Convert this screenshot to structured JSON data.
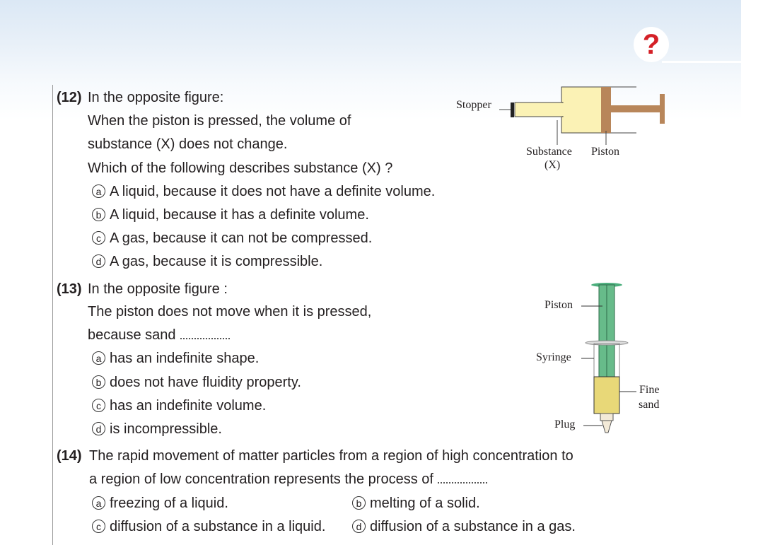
{
  "badge": {
    "icon": "question-mark-icon",
    "text": "?"
  },
  "q12": {
    "number": "(12)",
    "lines": [
      "In the opposite figure:",
      "When the piston is pressed, the volume of",
      "substance (X) does not change.",
      "Which of the following describes substance (X) ?"
    ],
    "options": [
      {
        "letter": "a",
        "text": "A liquid, because it does not have a definite volume."
      },
      {
        "letter": "b",
        "text": "A liquid, because it has a definite volume."
      },
      {
        "letter": "c",
        "text": "A gas, because it can not be compressed."
      },
      {
        "letter": "d",
        "text": "A gas, because it is compressible."
      }
    ],
    "figure": {
      "stopper": "Stopper",
      "substance": "Substance",
      "x": "(X)",
      "piston": "Piston"
    }
  },
  "q13": {
    "number": "(13)",
    "lines": [
      "In the opposite figure :",
      "The piston does not move when it is pressed,",
      "because sand"
    ],
    "options": [
      {
        "letter": "a",
        "text": "has an indefinite shape."
      },
      {
        "letter": "b",
        "text": "does not have fluidity property."
      },
      {
        "letter": "c",
        "text": "has an indefinite volume."
      },
      {
        "letter": "d",
        "text": "is incompressible."
      }
    ],
    "figure": {
      "piston": "Piston",
      "syringe": "Syringe",
      "fine": "Fine",
      "sand": "sand",
      "plug": "Plug"
    }
  },
  "q14": {
    "number": "(14)",
    "lines": [
      "The rapid movement of matter particles from a region of high concentration to",
      "a region of low concentration represents the process of"
    ],
    "options": [
      {
        "letter": "a",
        "text": "freezing of a liquid."
      },
      {
        "letter": "b",
        "text": "melting of a solid."
      },
      {
        "letter": "c",
        "text": "diffusion of a substance in a liquid."
      },
      {
        "letter": "d",
        "text": "diffusion of a substance in a gas."
      }
    ]
  }
}
